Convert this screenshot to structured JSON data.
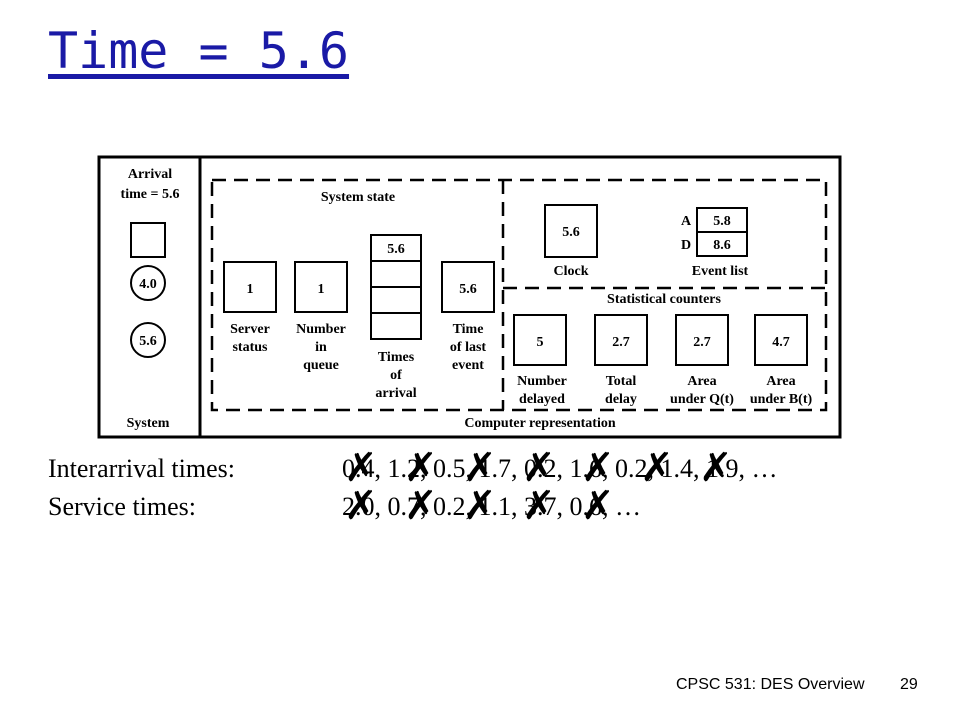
{
  "title": "Time = 5.6",
  "diagram": {
    "system_panel": {
      "arrival_line1": "Arrival",
      "arrival_line2": "time = 5.6",
      "queue_circles": [
        "4.0",
        "5.6"
      ],
      "label": "System"
    },
    "system_state": {
      "label": "System state",
      "server_status": {
        "value": "1",
        "label": [
          "Server",
          "status"
        ]
      },
      "number_in_queue": {
        "value": "1",
        "label": [
          "Number",
          "in",
          "queue"
        ]
      },
      "times_of_arrival": {
        "value": "5.6",
        "label": [
          "Times",
          "of",
          "arrival"
        ]
      },
      "time_of_last_event": {
        "value": "5.6",
        "label": [
          "Time",
          "of last",
          "event"
        ]
      }
    },
    "clock": {
      "value": "5.6",
      "label": "Clock"
    },
    "event_list": {
      "label": "Event list",
      "rows": [
        {
          "key": "A",
          "value": "5.8"
        },
        {
          "key": "D",
          "value": "8.6"
        }
      ]
    },
    "statistical_counters": {
      "label": "Statistical counters",
      "items": [
        {
          "value": "5",
          "label": [
            "Number",
            "delayed"
          ]
        },
        {
          "value": "2.7",
          "label": [
            "Total",
            "delay"
          ]
        },
        {
          "value": "2.7",
          "label": [
            "Area",
            "under Q(t)"
          ]
        },
        {
          "value": "4.7",
          "label": [
            "Area",
            "under B(t)"
          ]
        }
      ]
    },
    "computer_representation_label": "Computer representation"
  },
  "interarrival": {
    "label": "Interarrival times:",
    "values": "0.4, 1.2, 0.5, 1.7, 0.2, 1.6, 0.2, 1.4, 1.9, …",
    "crossed_count": 7
  },
  "service": {
    "label": "Service times:",
    "values": "2.0, 0.7, 0.2, 1.1, 3.7, 0.6, …",
    "crossed_count": 5
  },
  "footer": {
    "course": "CPSC 531: DES Overview",
    "page": "29"
  }
}
